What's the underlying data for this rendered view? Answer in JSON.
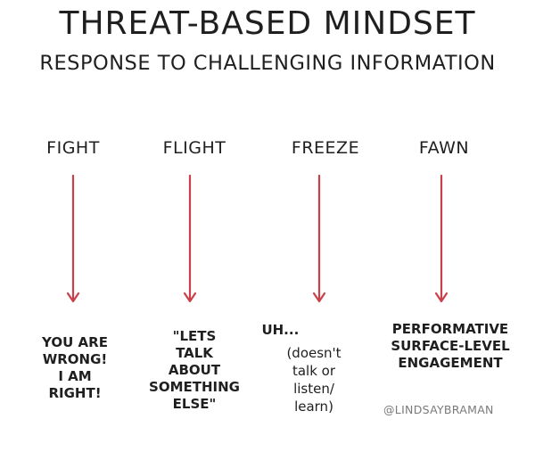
{
  "title": "THREAT-BASED MINDSET",
  "subtitle": "RESPONSE TO CHALLENGING INFORMATION",
  "arrow_color": "#c9404a",
  "columns": [
    {
      "label": "FIGHT",
      "response": [
        "YOU ARE",
        "WRONG!",
        "I AM",
        "RIGHT!"
      ]
    },
    {
      "label": "FLIGHT",
      "response": [
        "\"LETS",
        "TALK",
        "ABOUT",
        "SOMETHING",
        "ELSE\""
      ]
    },
    {
      "label": "FREEZE",
      "response": [
        "UH...",
        "(doesn't",
        "talk or",
        "listen/",
        "learn)"
      ]
    },
    {
      "label": "FAWN",
      "response": [
        "PERFORMATIVE",
        "SURFACE-LEVEL",
        "ENGAGEMENT"
      ]
    }
  ],
  "credit": "@LINDSAYBRAMAN"
}
